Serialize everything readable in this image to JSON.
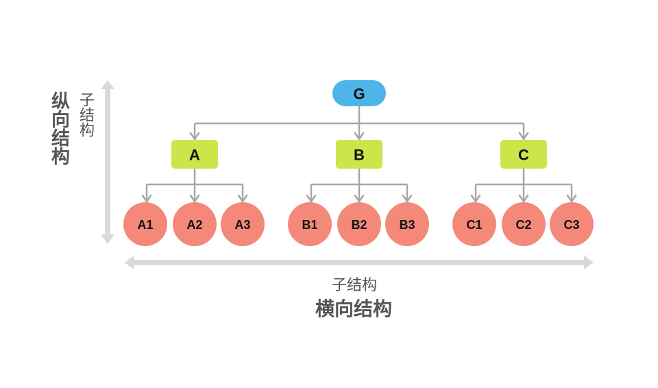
{
  "colors": {
    "root": "#4db5ea",
    "level1": "#cce64a",
    "level2": "#f4897a",
    "connector": "#a6a6a6",
    "axis_arrow": "#d9d9d9",
    "label_text": "#555555"
  },
  "root": {
    "label": "G"
  },
  "groups": [
    {
      "label": "A",
      "children": [
        "A1",
        "A2",
        "A3"
      ]
    },
    {
      "label": "B",
      "children": [
        "B1",
        "B2",
        "B3"
      ]
    },
    {
      "label": "C",
      "children": [
        "C1",
        "C2",
        "C3"
      ]
    }
  ],
  "vertical_axis": {
    "title": "纵向结构",
    "subtitle": "子结构"
  },
  "horizontal_axis": {
    "title": "横向结构",
    "subtitle": "子结构"
  }
}
